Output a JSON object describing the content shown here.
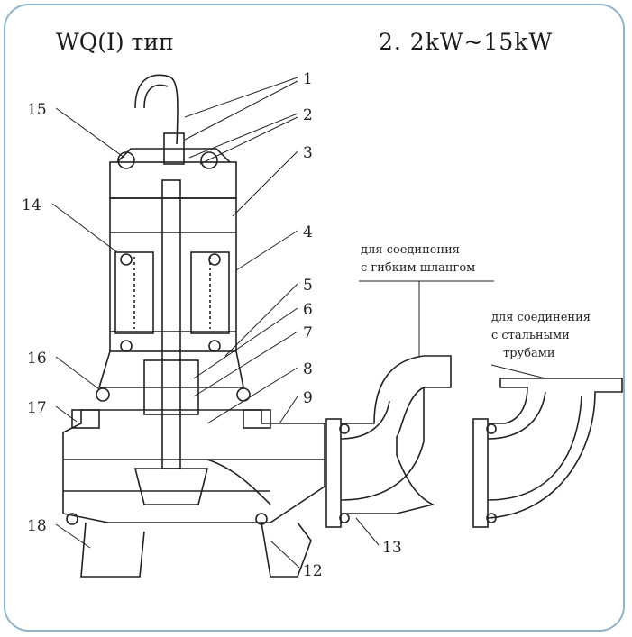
{
  "title_left": "WQ(I) тип",
  "title_right": "2. 2kW~15kW",
  "callouts": [
    "1",
    "2",
    "3",
    "4",
    "5",
    "6",
    "7",
    "8",
    "9",
    "12",
    "13",
    "14",
    "15",
    "16",
    "17",
    "18"
  ],
  "note_flexible": [
    "для соединения",
    "с гибким шлангом"
  ],
  "note_steel": [
    "для соединения",
    "с стальными",
    "трубами"
  ],
  "colors": {
    "frame": "#8fb3c8",
    "line": "#222222"
  }
}
